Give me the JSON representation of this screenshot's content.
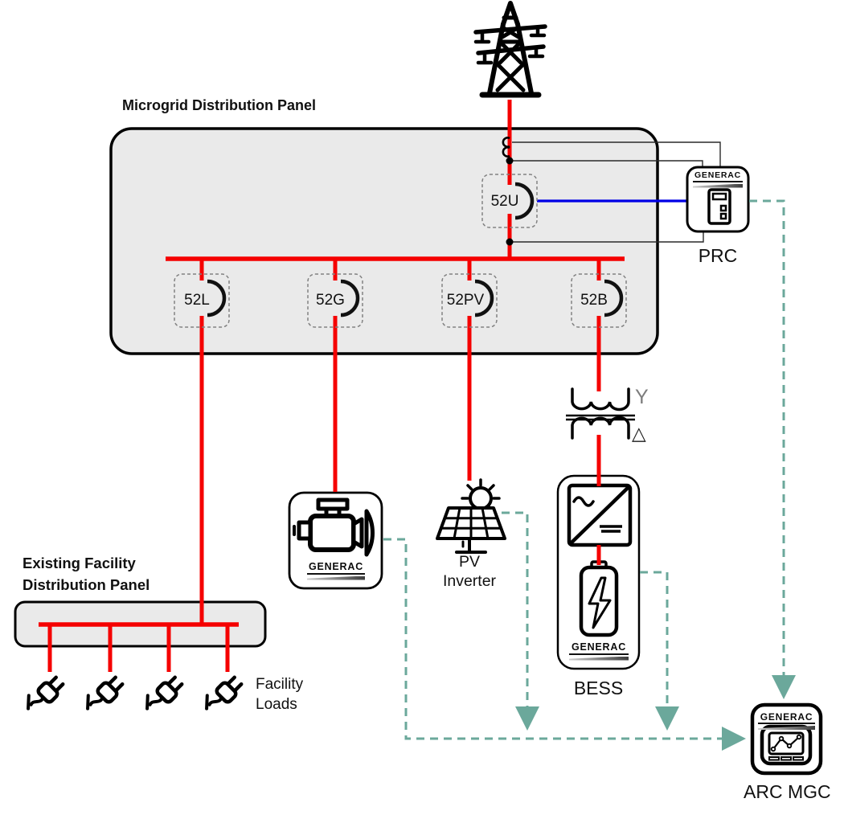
{
  "microgrid_panel": {
    "title": "Microgrid Distribution Panel"
  },
  "facility_panel": {
    "title_line1": "Existing Facility",
    "title_line2": "Distribution Panel"
  },
  "breakers": {
    "utility": "52U",
    "load": "52L",
    "generator": "52G",
    "pv": "52PV",
    "battery": "52B"
  },
  "devices": {
    "prc_label": "PRC",
    "bess_label": "BESS",
    "pv_label_line1": "PV",
    "pv_label_line2": "Inverter",
    "arc_label": "ARC MGC",
    "facility_loads_line1": "Facility",
    "facility_loads_line2": "Loads"
  },
  "brand": {
    "logo_text": "GENERAC"
  },
  "transformer": {
    "high_side": "Y",
    "low_side": "△"
  },
  "icons": {
    "tower": "transmission-tower-icon",
    "engine": "engine-generator-icon",
    "solar": "solar-panel-sun-icon",
    "inverter": "ac-dc-inverter-icon",
    "battery": "battery-bolt-icon",
    "plug": "power-plug-icon",
    "cabinet": "controller-cabinet-icon",
    "monitor": "monitor-chart-icon",
    "ct_coil": "current-transformer-icon"
  },
  "colors": {
    "power_line": "#F50000",
    "comm_line": "#0000E6",
    "control_line": "#6BA89B",
    "panel_fill": "#EAEAEA",
    "sense_line": "#2A2A2A",
    "outline": "#000000"
  }
}
